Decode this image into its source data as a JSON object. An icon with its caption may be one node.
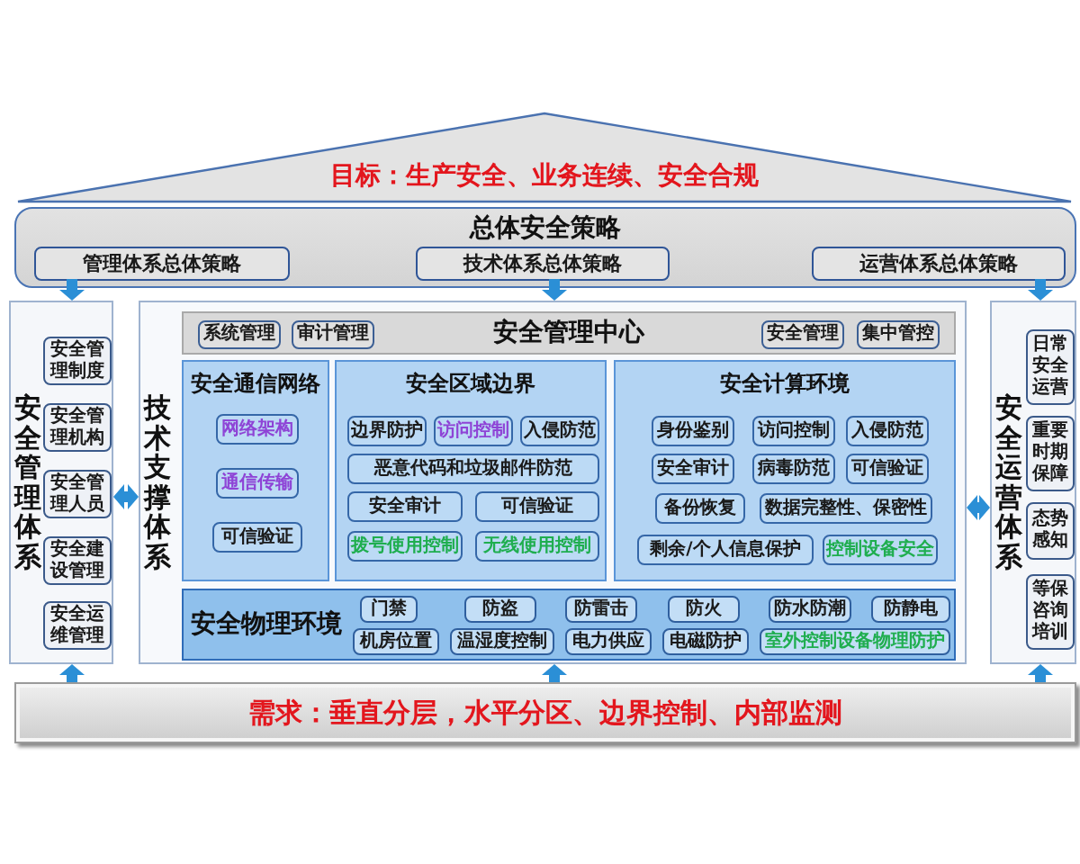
{
  "diagram": {
    "nodes": [
      {
        "text": [
          "目标：生产安全、业务连续、安全合规"
        ]
      },
      {
        "text": [
          "总体安全策略"
        ]
      },
      {
        "text": [
          "管理体系总体策略"
        ],
        "in": 1
      },
      {
        "text": [
          "技术体系总体策略"
        ],
        "in": 1
      },
      {
        "text": [
          "运营体系总体策略"
        ],
        "in": 1
      },
      {
        "text": [
          "安全管理体系"
        ]
      },
      {
        "text": [
          "安全管理制度"
        ],
        "in": 5
      },
      {
        "text": [
          "安全管理机构"
        ],
        "in": 5
      },
      {
        "text": [
          "安全管理人员"
        ],
        "in": 5
      },
      {
        "text": [
          "安全建设管理"
        ],
        "in": 5
      },
      {
        "text": [
          "安全运维管理"
        ],
        "in": 5
      },
      {
        "text": [
          "技术支撑体系"
        ]
      },
      {
        "text": [
          "安全管理中心"
        ],
        "in": 11
      },
      {
        "text": [
          "系统管理"
        ],
        "in": 12
      },
      {
        "text": [
          "审计管理"
        ],
        "in": 12
      },
      {
        "text": [
          "安全管理"
        ],
        "in": 12
      },
      {
        "text": [
          "集中管控"
        ],
        "in": 12
      },
      {
        "text": [
          "安全通信网络"
        ],
        "in": 11
      },
      {
        "text": [
          "网络架构"
        ],
        "in": 17
      },
      {
        "text": [
          "通信传输"
        ],
        "in": 17
      },
      {
        "text": [
          "可信验证"
        ],
        "in": 17
      },
      {
        "text": [
          "安全区域边界"
        ],
        "in": 11
      },
      {
        "text": [
          "边界防护"
        ],
        "in": 21
      },
      {
        "text": [
          "访问控制"
        ],
        "in": 21
      },
      {
        "text": [
          "入侵防范"
        ],
        "in": 21
      },
      {
        "text": [
          "恶意代码和垃圾邮件防范"
        ],
        "in": 21
      },
      {
        "text": [
          "安全审计"
        ],
        "in": 21
      },
      {
        "text": [
          "可信验证"
        ],
        "in": 21
      },
      {
        "text": [
          "拨号使用控制"
        ],
        "in": 21
      },
      {
        "text": [
          "无线使用控制"
        ],
        "in": 21
      },
      {
        "text": [
          "安全计算环境"
        ],
        "in": 11
      },
      {
        "text": [
          "身份鉴别"
        ],
        "in": 30
      },
      {
        "text": [
          "访问控制"
        ],
        "in": 30
      },
      {
        "text": [
          "入侵防范"
        ],
        "in": 30
      },
      {
        "text": [
          "安全审计"
        ],
        "in": 30
      },
      {
        "text": [
          "病毒防范"
        ],
        "in": 30
      },
      {
        "text": [
          "可信验证"
        ],
        "in": 30
      },
      {
        "text": [
          "备份恢复"
        ],
        "in": 30
      },
      {
        "text": [
          "数据完整性、保密性"
        ],
        "in": 30
      },
      {
        "text": [
          "剩余/个人信息保护"
        ],
        "in": 30
      },
      {
        "text": [
          "控制设备安全"
        ],
        "in": 30
      },
      {
        "text": [
          "安全物理环境"
        ],
        "in": 11
      },
      {
        "text": [
          "门禁"
        ],
        "in": 41
      },
      {
        "text": [
          "防盗"
        ],
        "in": 41
      },
      {
        "text": [
          "防雷击"
        ],
        "in": 41
      },
      {
        "text": [
          "防火"
        ],
        "in": 41
      },
      {
        "text": [
          "防水防潮"
        ],
        "in": 41
      },
      {
        "text": [
          "防静电"
        ],
        "in": 41
      },
      {
        "text": [
          "机房位置"
        ],
        "in": 41
      },
      {
        "text": [
          "温湿度控制"
        ],
        "in": 41
      },
      {
        "text": [
          "电力供应"
        ],
        "in": 41
      },
      {
        "text": [
          "电磁防护"
        ],
        "in": 41
      },
      {
        "text": [
          "室外控制设备物理防护"
        ],
        "in": 41
      },
      {
        "text": [
          "安全运营体系"
        ]
      },
      {
        "text": [
          "日常安全运营"
        ],
        "in": 53
      },
      {
        "text": [
          "重要时期保障"
        ],
        "in": 53
      },
      {
        "text": [
          "态势感知"
        ],
        "in": 53
      },
      {
        "text": [
          "等保咨询培训"
        ],
        "in": 53
      },
      {
        "text": [
          "需求：垂直分层，水平分区、边界控制、内部监测"
        ]
      }
    ],
    "edges": [
      {
        "from": 2,
        "to": 5,
        "arrow": "to"
      },
      {
        "from": 3,
        "to": 11,
        "arrow": "to"
      },
      {
        "from": 4,
        "to": 53,
        "arrow": "to"
      },
      {
        "from": 5,
        "to": 11,
        "arrow": "both"
      },
      {
        "from": 11,
        "to": 53,
        "arrow": "both"
      },
      {
        "from": 58,
        "to": 5,
        "arrow": "to"
      },
      {
        "from": 58,
        "to": 11,
        "arrow": "to"
      },
      {
        "from": 58,
        "to": 53,
        "arrow": "to"
      }
    ]
  }
}
